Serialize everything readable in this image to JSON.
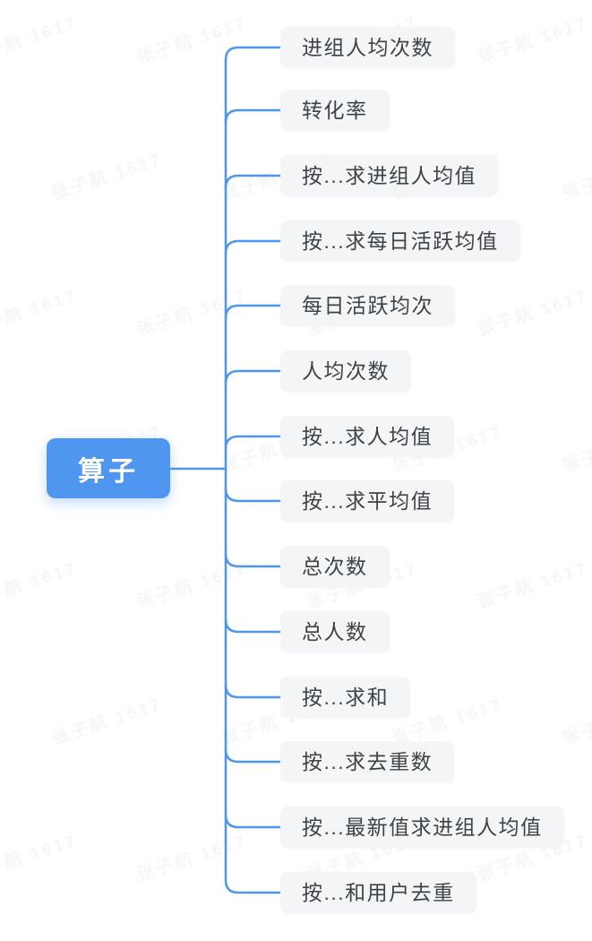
{
  "root": {
    "label": "算子"
  },
  "nodes": [
    {
      "label": "进组人均次数"
    },
    {
      "label": "转化率"
    },
    {
      "label": "按...求进组人均值"
    },
    {
      "label": "按...求每日活跃均值"
    },
    {
      "label": "每日活跃均次"
    },
    {
      "label": "人均次数"
    },
    {
      "label": "按...求人均值"
    },
    {
      "label": "按...求平均值"
    },
    {
      "label": "总次数"
    },
    {
      "label": "总人数"
    },
    {
      "label": "按...求和"
    },
    {
      "label": "按...求去重数"
    },
    {
      "label": "按...最新值求进组人均值"
    },
    {
      "label": "按...和用户去重"
    }
  ],
  "watermark": {
    "text": "张子航 1617"
  },
  "colors": {
    "accent": "#4E96F0",
    "node_bg": "#F4F5F6",
    "node_text": "#3E4347",
    "root_text": "#FFFFFF"
  }
}
